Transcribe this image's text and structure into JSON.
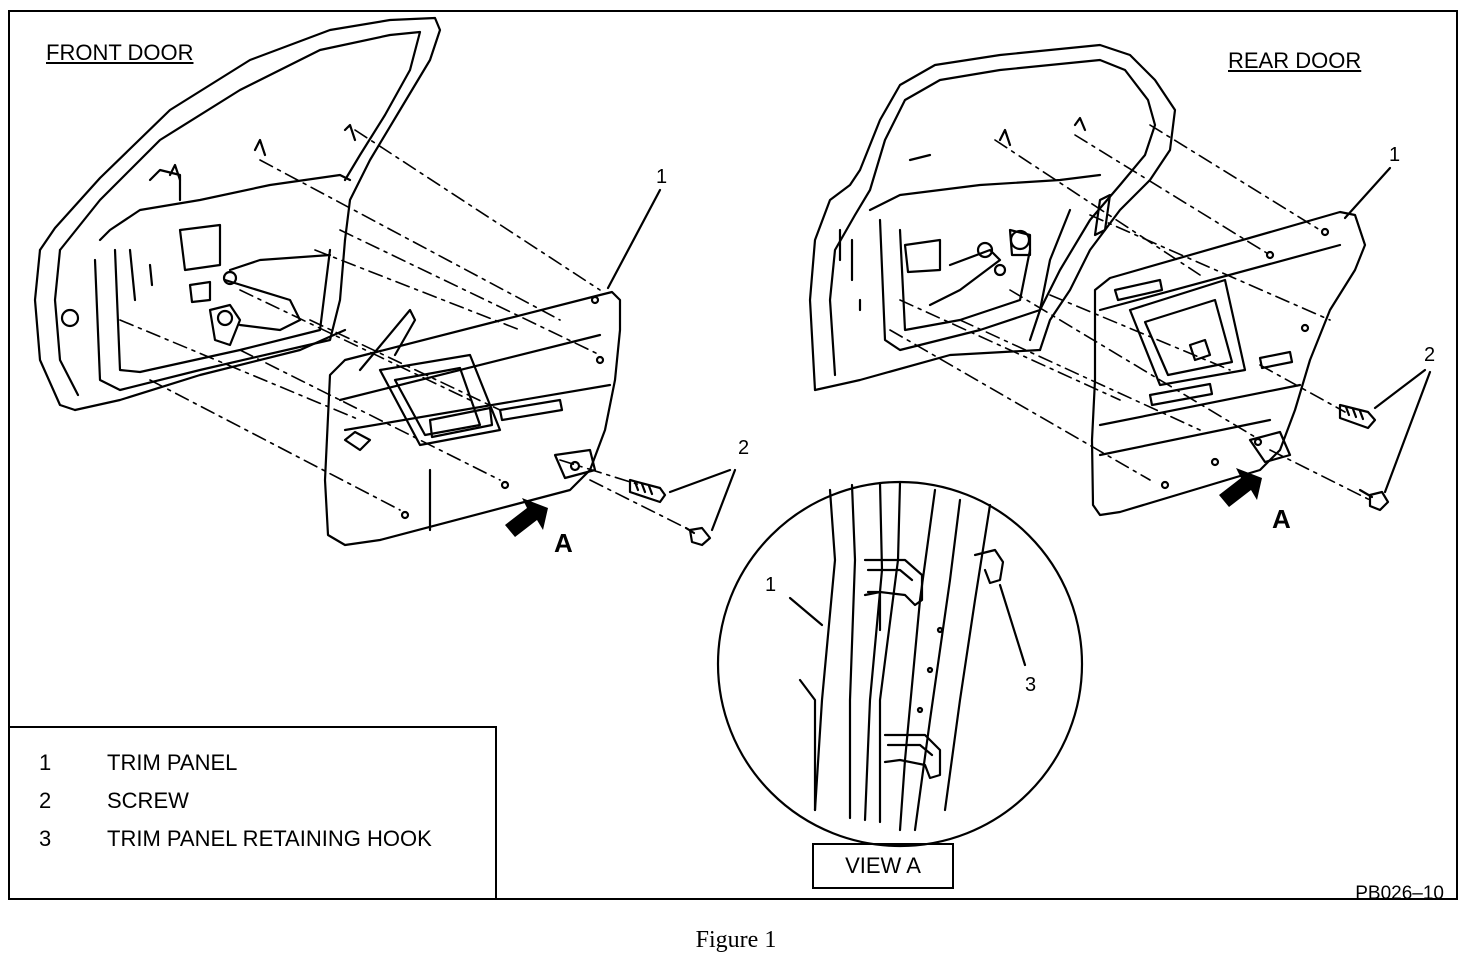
{
  "titles": {
    "front": "FRONT DOOR",
    "rear": "REAR DOOR"
  },
  "callouts": {
    "one": "1",
    "two": "2",
    "three": "3"
  },
  "arrow_label": "A",
  "legend": [
    {
      "num": "1",
      "text": "TRIM PANEL"
    },
    {
      "num": "2",
      "text": "SCREW"
    },
    {
      "num": "3",
      "text": "TRIM PANEL RETAINING HOOK"
    }
  ],
  "view_label": "VIEW A",
  "figure_code": "PB026–10",
  "caption": "Figure 1"
}
